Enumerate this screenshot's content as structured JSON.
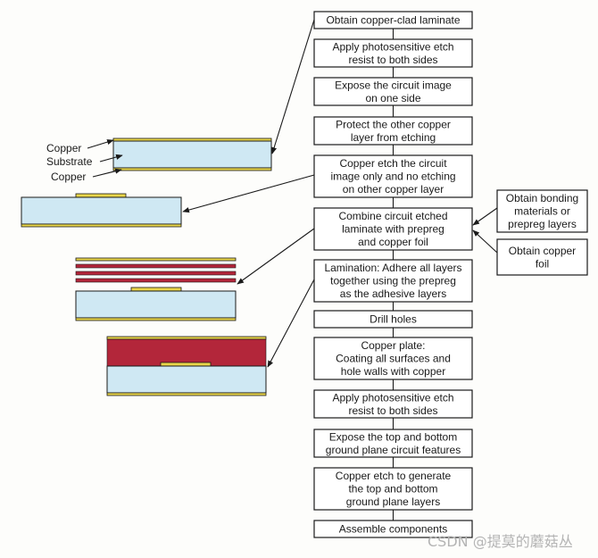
{
  "steps": [
    [
      "Obtain copper-clad laminate"
    ],
    [
      "Apply photosensitive etch",
      "resist to both sides"
    ],
    [
      "Expose the circuit image",
      "on one side"
    ],
    [
      "Protect the other copper",
      "layer from etching"
    ],
    [
      "Copper etch the circuit",
      "image only and no etching",
      "on other copper layer"
    ],
    [
      "Combine circuit etched",
      "laminate with prepreg",
      "and copper foil"
    ],
    [
      "Lamination: Adhere all layers",
      "together using the prepreg",
      "as the adhesive layers"
    ],
    [
      "Drill holes"
    ],
    [
      "Copper plate:",
      "Coating all surfaces and",
      "hole walls with copper"
    ],
    [
      "Apply photosensitive etch",
      "resist to both sides"
    ],
    [
      "Expose the top and bottom",
      "ground plane circuit features"
    ],
    [
      "Copper etch to generate",
      "the top and bottom",
      "ground plane layers"
    ],
    [
      "Assemble components"
    ]
  ],
  "side_inputs": [
    [
      "Obtain bonding",
      "materials or",
      "prepreg layers"
    ],
    [
      "Obtain copper",
      "foil"
    ]
  ],
  "labels": {
    "copper_top": "Copper",
    "substrate": "Substrate",
    "copper_bottom": "Copper"
  },
  "watermark": "CSDN @提莫的蘑菇丛",
  "colors": {
    "substrate": "#cfe8f3",
    "copper": "#e9d64a",
    "prepreg": "#b3263a"
  }
}
